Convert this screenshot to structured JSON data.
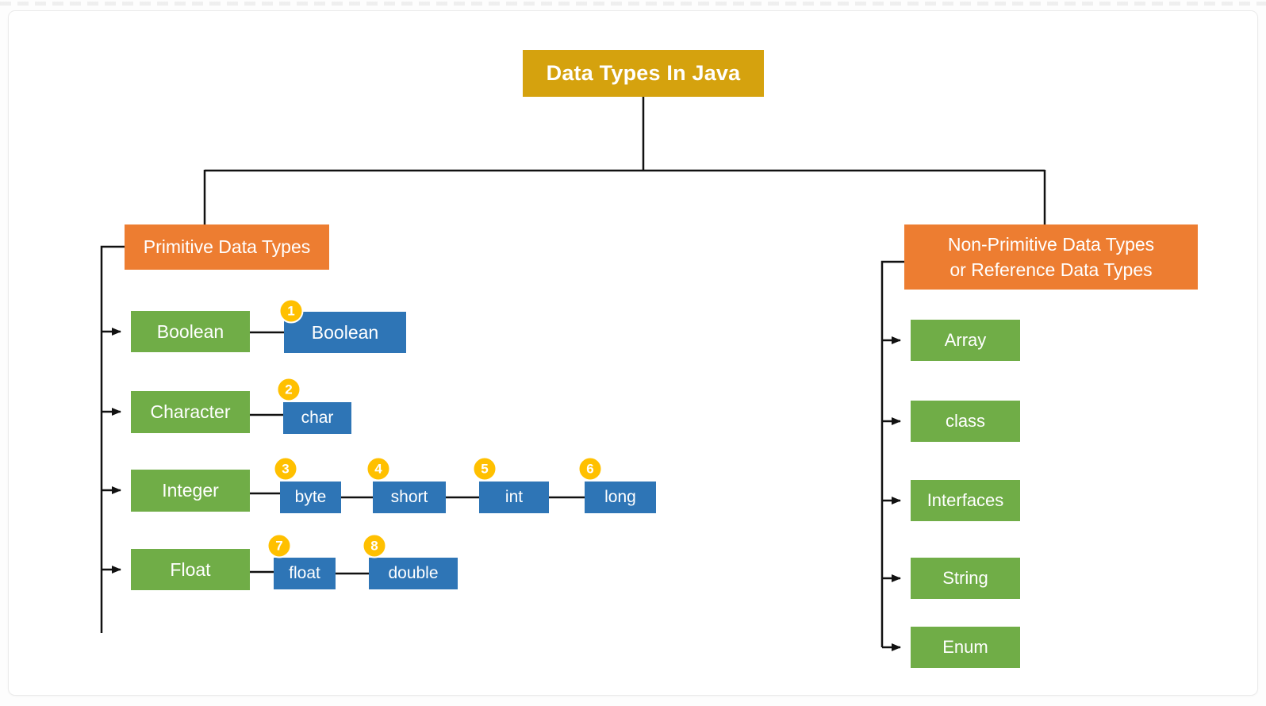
{
  "title": {
    "label": "Data Types In Java"
  },
  "branches": {
    "primitive": {
      "label": "Primitive Data Types",
      "rows": [
        {
          "category": "Boolean",
          "types": [
            {
              "badge": "1",
              "label": "Boolean"
            }
          ]
        },
        {
          "category": "Character",
          "types": [
            {
              "badge": "2",
              "label": "char"
            }
          ]
        },
        {
          "category": "Integer",
          "types": [
            {
              "badge": "3",
              "label": "byte"
            },
            {
              "badge": "4",
              "label": "short"
            },
            {
              "badge": "5",
              "label": "int"
            },
            {
              "badge": "6",
              "label": "long"
            }
          ]
        },
        {
          "category": "Float",
          "types": [
            {
              "badge": "7",
              "label": "float"
            },
            {
              "badge": "8",
              "label": "double"
            }
          ]
        }
      ]
    },
    "non_primitive": {
      "label_line1": "Non-Primitive Data Types",
      "label_line2": "or Reference Data Types",
      "items": [
        "Array",
        "class",
        "Interfaces",
        "String",
        "Enum"
      ]
    }
  },
  "colors": {
    "title_gold": "#D5A20E",
    "branch_orange": "#ED7D31",
    "category_green": "#70AD47",
    "type_blue": "#2E75B6",
    "badge_yellow": "#FFC000",
    "connector_black": "#111111",
    "text_white": "#FFFFFF"
  }
}
